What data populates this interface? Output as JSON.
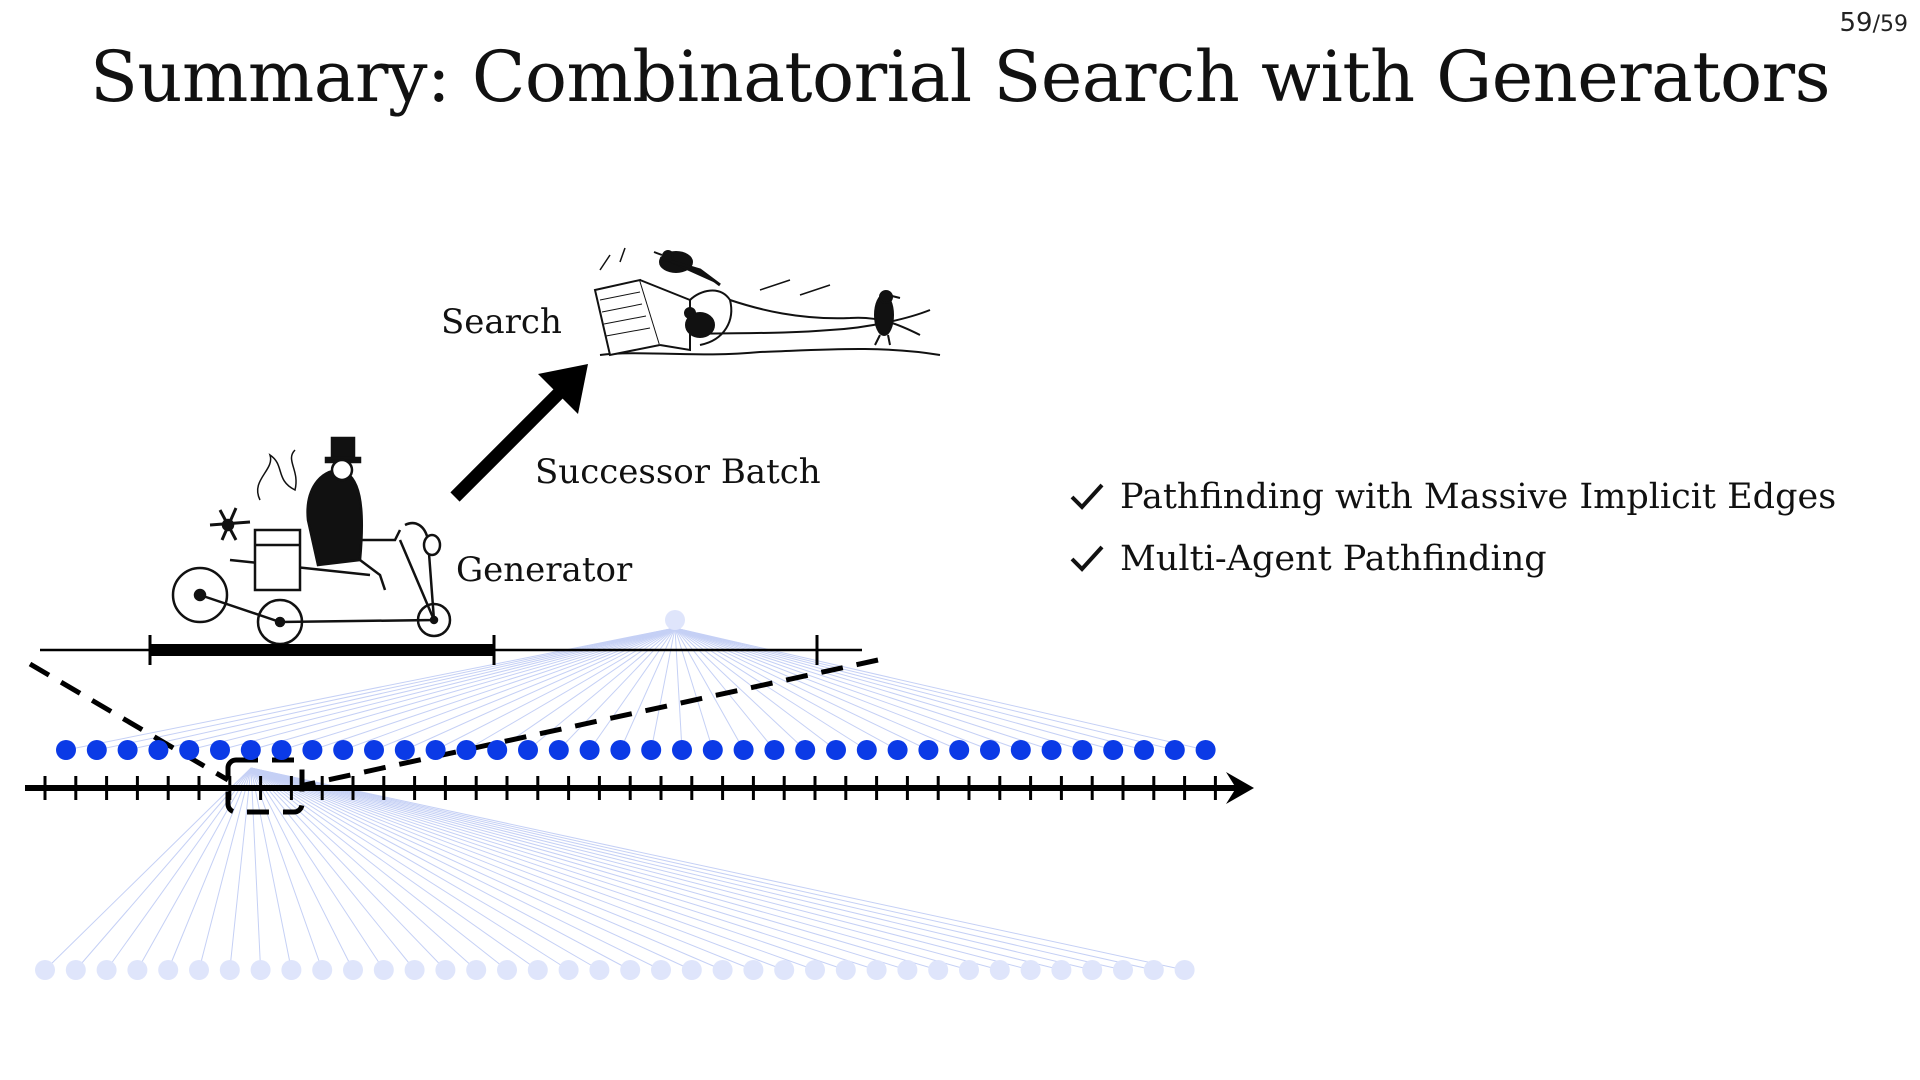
{
  "slide": {
    "title": "Summary: Combinatorial Search with Generators",
    "page_current": "59",
    "page_total": "/59"
  },
  "diagram": {
    "labels": {
      "search": "Search",
      "successor_batch": "Successor Batch",
      "generator": "Generator"
    },
    "top_row_node_count": 38,
    "bottom_row_node_count": 38,
    "axis_tick_count": 40,
    "colors": {
      "active_node": "#0b3ae6",
      "faded_node": "#dfe5fb",
      "fan_line": "#c5d0f5",
      "axis": "#000000"
    },
    "icons": {
      "search_illustration": "reading-figure-with-crows-icon",
      "generator_illustration": "man-on-steam-tricycle-icon",
      "arrow": "diagonal-arrow-icon",
      "check": "check-icon"
    }
  },
  "bullets": [
    {
      "text": "Pathfinding with Massive Implicit Edges",
      "icon": "check-icon"
    },
    {
      "text": "Multi-Agent Pathfinding",
      "icon": "check-icon"
    }
  ]
}
